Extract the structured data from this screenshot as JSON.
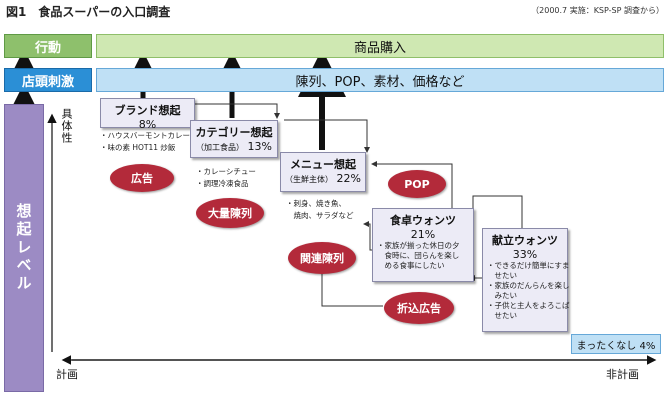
{
  "title": "図1　食品スーパーの入口調査",
  "source": "（2000.7 実施：KSP-SP 調査から）",
  "labels": {
    "koudou": "行動",
    "tentou": "店頭刺激",
    "souki_level": "想起レベル"
  },
  "bands": {
    "purchase": "商品購入",
    "stimuli": "陳列、POP、素材、価格など"
  },
  "axis": {
    "concrete": "具体性",
    "planned": "計画",
    "unplanned": "非計画"
  },
  "boxes": [
    {
      "title": "ブランド想起",
      "sub": "",
      "pct": "8%",
      "notes": [
        "・ハウスバーモントカレー",
        "・味の素 HOT11 炒飯"
      ]
    },
    {
      "title": "カテゴリー想起",
      "sub": "（加工食品）",
      "pct": "13%",
      "notes": [
        "・カレーシチュー",
        "・調理冷凍食品"
      ]
    },
    {
      "title": "メニュー想起",
      "sub": "（生鮮主体）",
      "pct": "22%",
      "notes": [
        "・刺身、焼き魚、",
        "　焼肉、サラダなど"
      ]
    },
    {
      "title": "食卓ウォンツ",
      "sub": "",
      "pct": "21%",
      "notes": [
        "・家族が揃った休日の夕",
        "　食時に、団らんを楽し",
        "　める食事にしたい"
      ]
    },
    {
      "title": "献立ウォンツ",
      "sub": "",
      "pct": "33%",
      "notes": [
        "・できるだけ簡単にすま",
        "　せたい",
        "・家族のだんらんを楽し",
        "　みたい",
        "・子供と主人をよろこば",
        "　せたい"
      ]
    }
  ],
  "stimuli_ovals": [
    "広告",
    "大量陳列",
    "POP",
    "関連陳列",
    "折込広告"
  ],
  "none": "まったくなし 4%"
}
